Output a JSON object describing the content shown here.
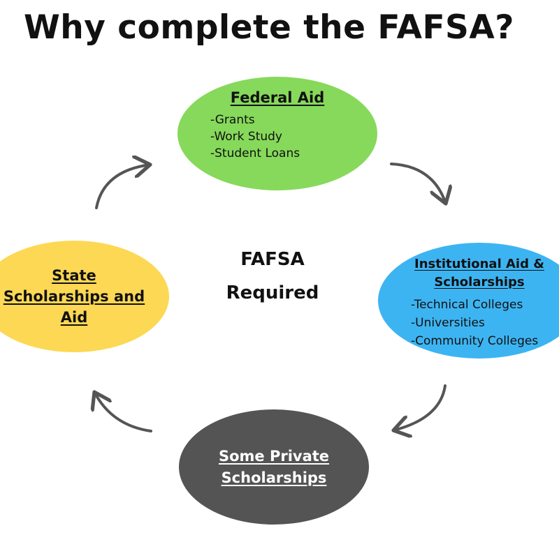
{
  "title": "Why complete the FAFSA?",
  "center": {
    "line1": "FAFSA",
    "line2": "Required"
  },
  "nodes": {
    "federal": {
      "heading": "Federal Aid",
      "items": [
        "-Grants",
        "-Work Study",
        "-Student Loans"
      ],
      "color": "#86d95a"
    },
    "institutional": {
      "heading_line1": "Institutional Aid &",
      "heading_line2": "Scholarships",
      "items": [
        "-Technical Colleges",
        "-Universities",
        "-Community Colleges"
      ],
      "color": "#3db4f2"
    },
    "private": {
      "heading_line1": "Some Private",
      "heading_line2": "Scholarships",
      "color": "#545454"
    },
    "state": {
      "heading_line1": "State",
      "heading_line2": "Scholarships and",
      "heading_line3": "Aid",
      "color": "#fcd854"
    }
  },
  "arrow_color": "#555555"
}
